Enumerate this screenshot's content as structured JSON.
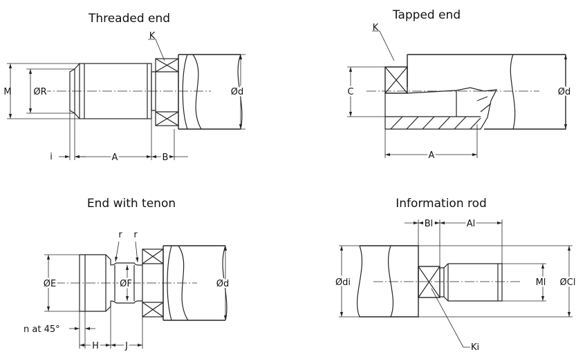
{
  "titles": {
    "threaded": "Threaded end",
    "tapped": "Tapped end",
    "tenon": "End with tenon",
    "info": "Information rod"
  },
  "labels": {
    "threaded": {
      "K": "K",
      "M": "M",
      "R": "ØR",
      "d": "Ød",
      "i": "i",
      "A": "A",
      "B": "B"
    },
    "tapped": {
      "K": "K",
      "C": "C",
      "d": "Ød",
      "A": "A"
    },
    "tenon": {
      "r1": "r",
      "r2": "r",
      "E": "ØE",
      "F": "ØF",
      "d": "Ød",
      "n": "n at 45°",
      "H": "H",
      "J": "J"
    },
    "info": {
      "Bl": "Bl",
      "Al": "Al",
      "di": "Ødi",
      "Ml": "Ml",
      "Cl": "ØCl",
      "Ki": "Ki"
    }
  }
}
